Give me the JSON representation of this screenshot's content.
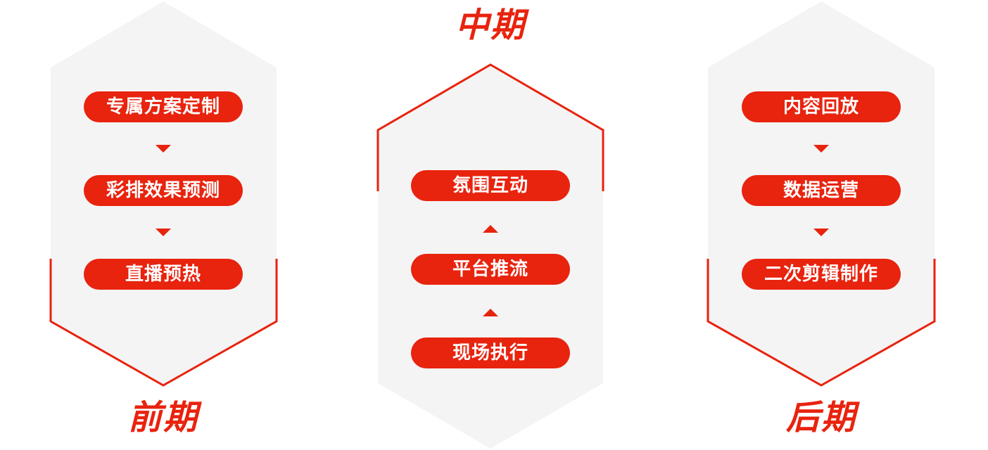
{
  "colors": {
    "accent": "#e8230e",
    "panel": "#f4f4f4",
    "text_on_accent": "#ffffff"
  },
  "phases": [
    {
      "title": "前期",
      "steps": [
        "专属方案定制",
        "彩排效果预测",
        "直播预热"
      ]
    },
    {
      "title": "中期",
      "steps": [
        "氛围互动",
        "平台推流",
        "现场执行"
      ]
    },
    {
      "title": "后期",
      "steps": [
        "内容回放",
        "数据运营",
        "二次剪辑制作"
      ]
    }
  ]
}
